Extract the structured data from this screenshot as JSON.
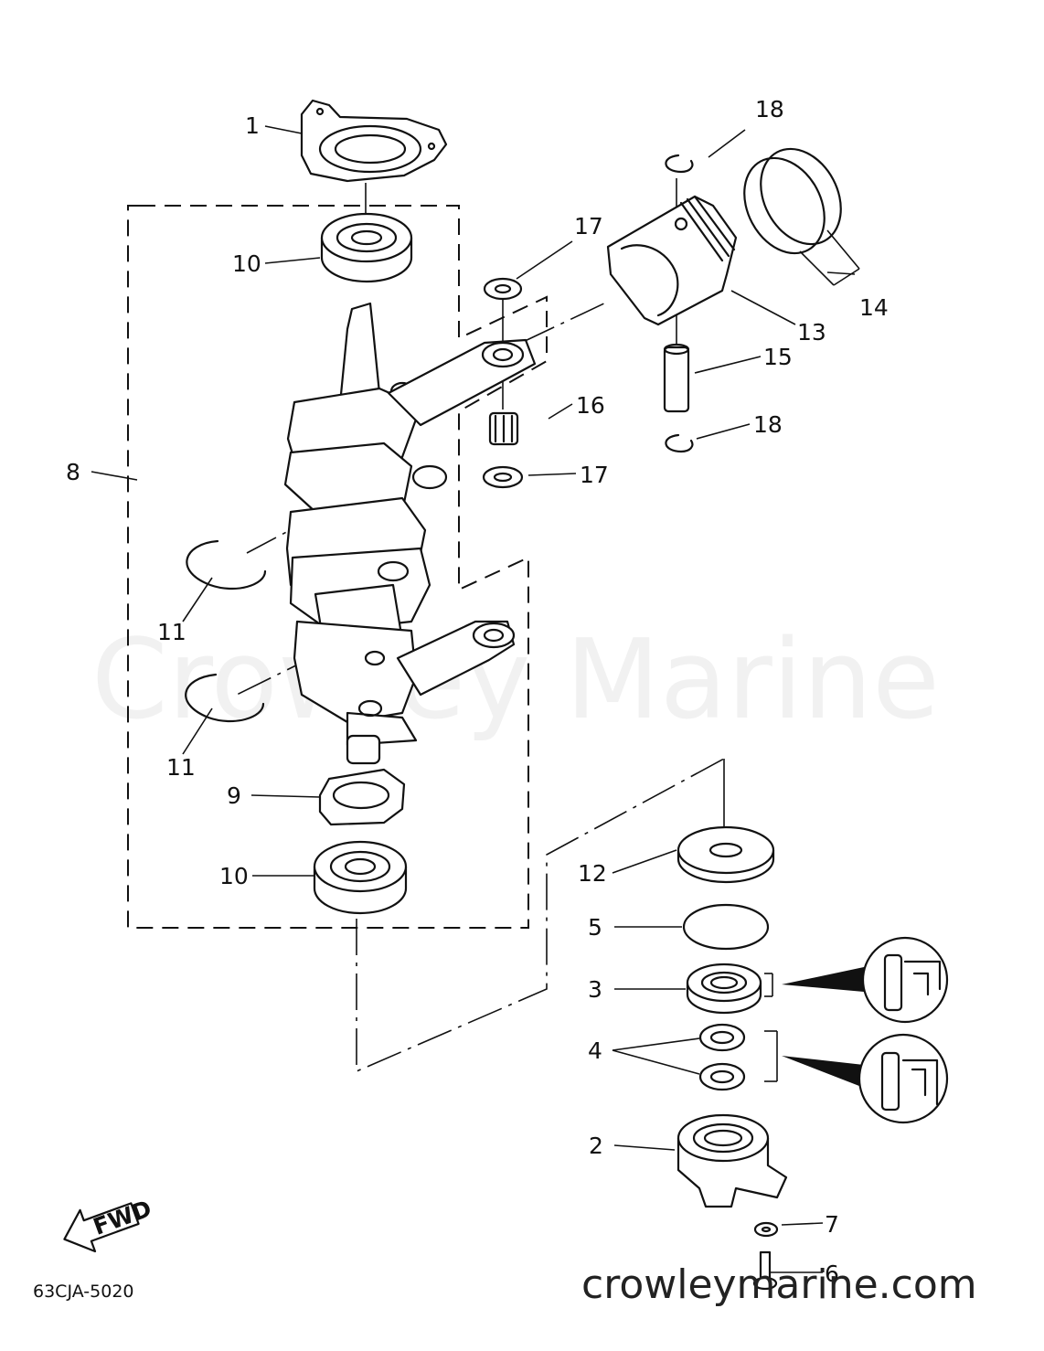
{
  "diagram": {
    "part_code": "63CJA-5020",
    "watermark": "Crowley Marine",
    "site": "crowleymarine.com",
    "fwd_label": "FWD",
    "callouts": {
      "p1": "1",
      "p2": "2",
      "p3": "3",
      "p4": "4",
      "p5": "5",
      "p6": "6",
      "p7": "7",
      "p8": "8",
      "p9": "9",
      "p10a": "10",
      "p10b": "10",
      "p11a": "11",
      "p11b": "11",
      "p12": "12",
      "p13": "13",
      "p14": "14",
      "p15": "15",
      "p16": "16",
      "p17a": "17",
      "p17b": "17",
      "p18a": "18",
      "p18b": "18"
    }
  }
}
